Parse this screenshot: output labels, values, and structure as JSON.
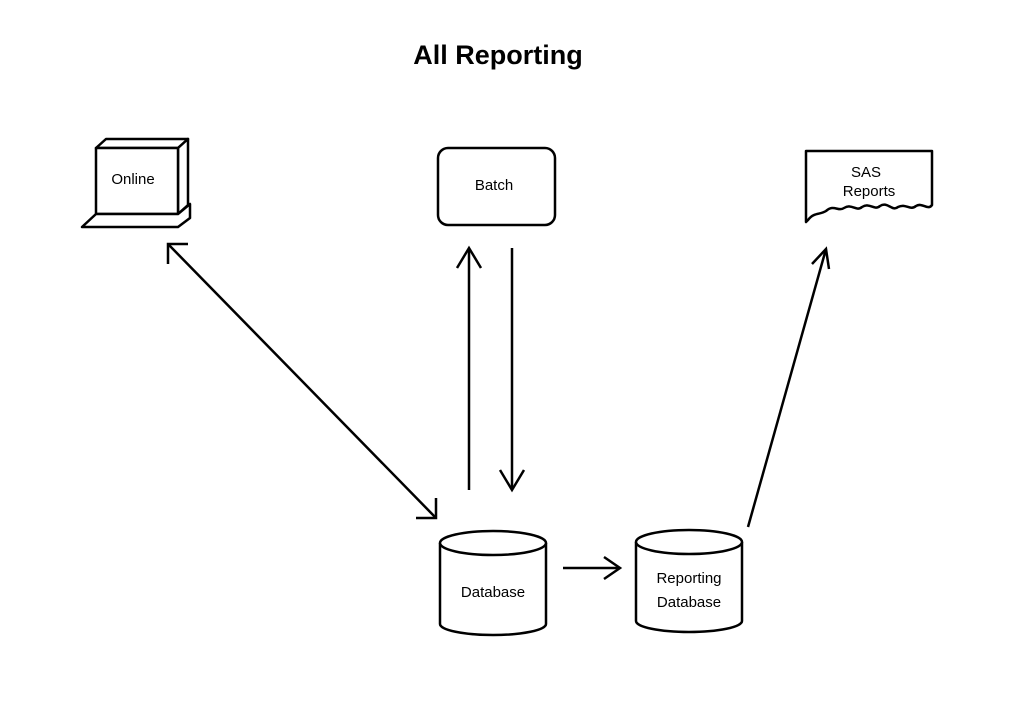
{
  "title": "All Reporting",
  "nodes": {
    "online": {
      "label": "Online",
      "icon": "computer-terminal-icon"
    },
    "batch": {
      "label": "Batch"
    },
    "sas_reports": {
      "label_line1": "SAS",
      "label_line2": "Reports",
      "icon": "document-icon"
    },
    "database": {
      "label": "Database",
      "icon": "database-cylinder-icon"
    },
    "reporting_database": {
      "label_line1": "Reporting",
      "label_line2": "Database",
      "icon": "database-cylinder-icon"
    }
  },
  "edges": [
    {
      "from": "online",
      "to": "database",
      "direction": "both"
    },
    {
      "from": "database",
      "to": "batch",
      "direction": "forward"
    },
    {
      "from": "batch",
      "to": "database",
      "direction": "forward"
    },
    {
      "from": "database",
      "to": "reporting_database",
      "direction": "forward"
    },
    {
      "from": "reporting_database",
      "to": "sas_reports",
      "direction": "forward"
    }
  ],
  "colors": {
    "stroke": "#000000",
    "background": "#ffffff"
  }
}
